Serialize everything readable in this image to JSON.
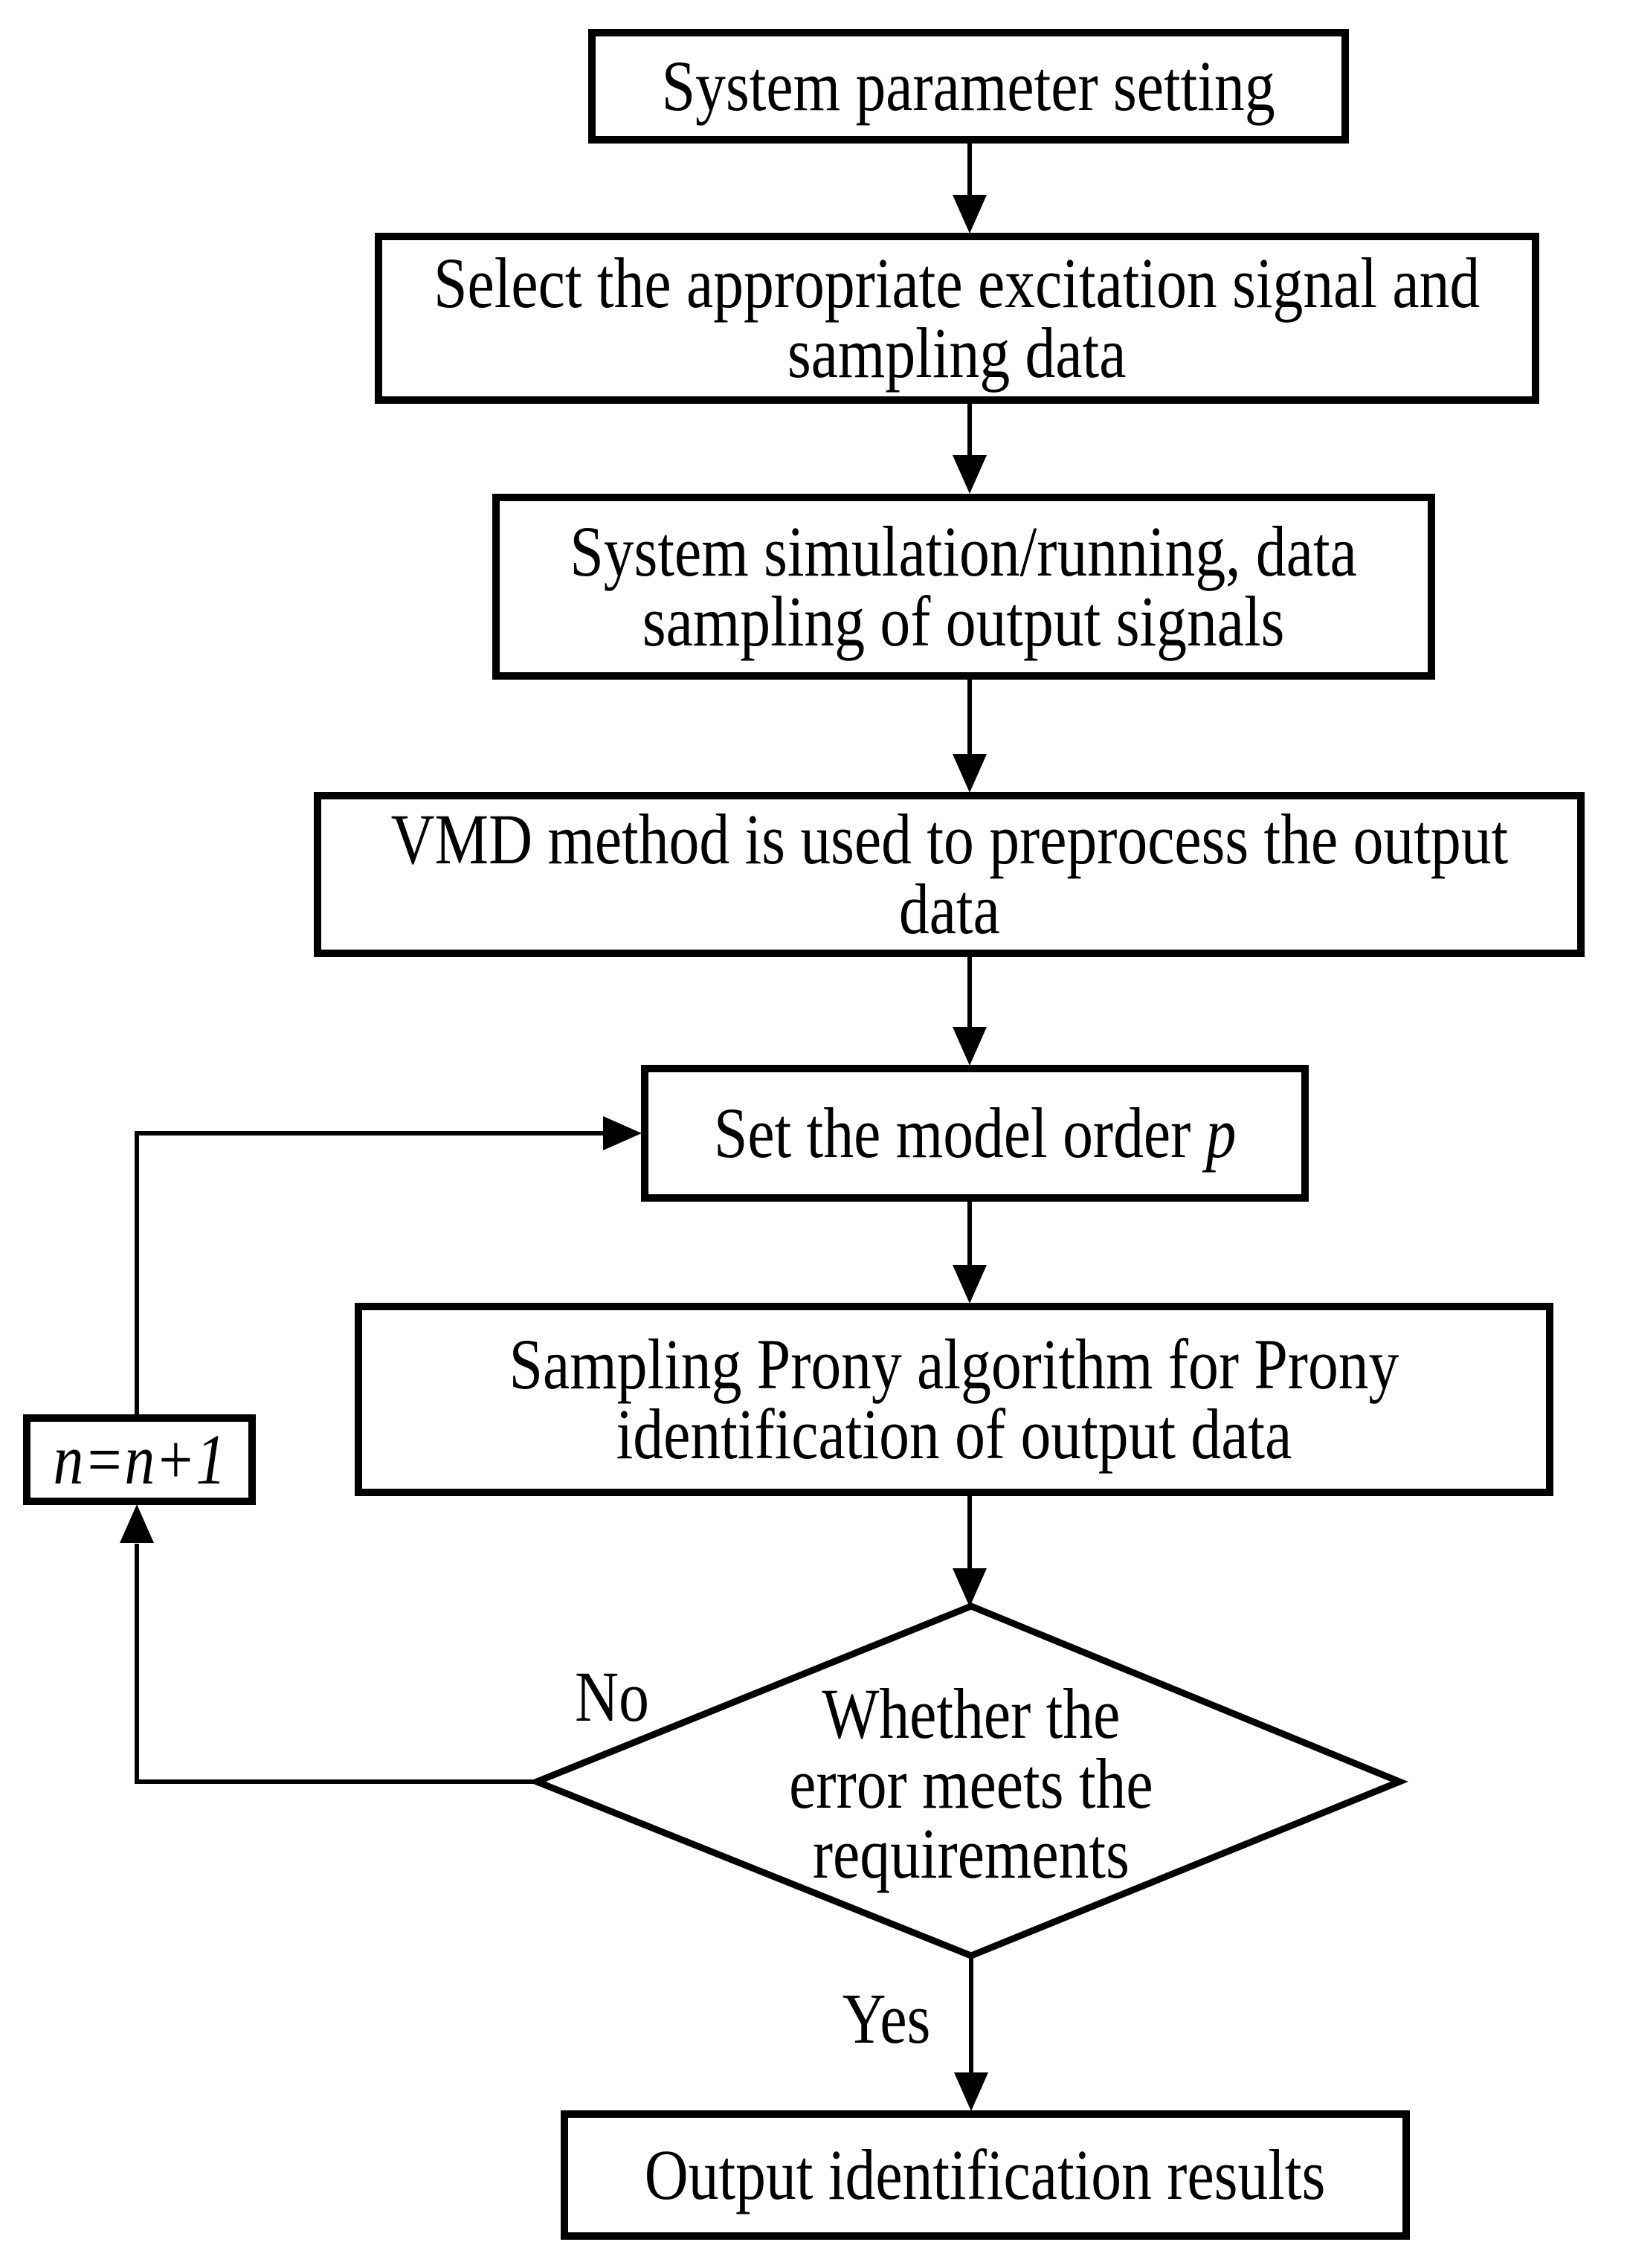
{
  "diagram": {
    "background_color": "#ffffff",
    "line_color": "#000000",
    "nodes": {
      "system_parameter": {
        "type": "process",
        "lines": [
          "System parameter setting"
        ]
      },
      "select_excitation": {
        "type": "process",
        "lines": [
          "Select the appropriate excitation signal and",
          "sampling data"
        ]
      },
      "system_simulation": {
        "type": "process",
        "lines": [
          "System simulation/running, data",
          "sampling of output signals"
        ]
      },
      "vmd_preprocess": {
        "type": "process",
        "lines": [
          "VMD method is used to preprocess the output",
          "data"
        ]
      },
      "set_model_order": {
        "type": "process",
        "prefix": "Set the model order ",
        "variable": "p"
      },
      "sampling_prony": {
        "type": "process",
        "lines": [
          "Sampling Prony algorithm for Prony",
          "identification of output data"
        ]
      },
      "error_decision": {
        "type": "decision",
        "lines": [
          "Whether the",
          "error meets the",
          "requirements"
        ]
      },
      "increment_counter": {
        "type": "process",
        "expression": "n=n+1"
      },
      "output_results": {
        "type": "process",
        "lines": [
          "Output identification results"
        ]
      }
    },
    "branch_labels": {
      "no": "No",
      "yes": "Yes"
    },
    "edges": [
      {
        "from": "system_parameter",
        "to": "select_excitation",
        "label": ""
      },
      {
        "from": "select_excitation",
        "to": "system_simulation",
        "label": ""
      },
      {
        "from": "system_simulation",
        "to": "vmd_preprocess",
        "label": ""
      },
      {
        "from": "vmd_preprocess",
        "to": "set_model_order",
        "label": ""
      },
      {
        "from": "set_model_order",
        "to": "sampling_prony",
        "label": ""
      },
      {
        "from": "sampling_prony",
        "to": "error_decision",
        "label": ""
      },
      {
        "from": "error_decision",
        "to": "increment_counter",
        "label": "No"
      },
      {
        "from": "increment_counter",
        "to": "set_model_order",
        "label": ""
      },
      {
        "from": "error_decision",
        "to": "output_results",
        "label": "Yes"
      }
    ]
  }
}
